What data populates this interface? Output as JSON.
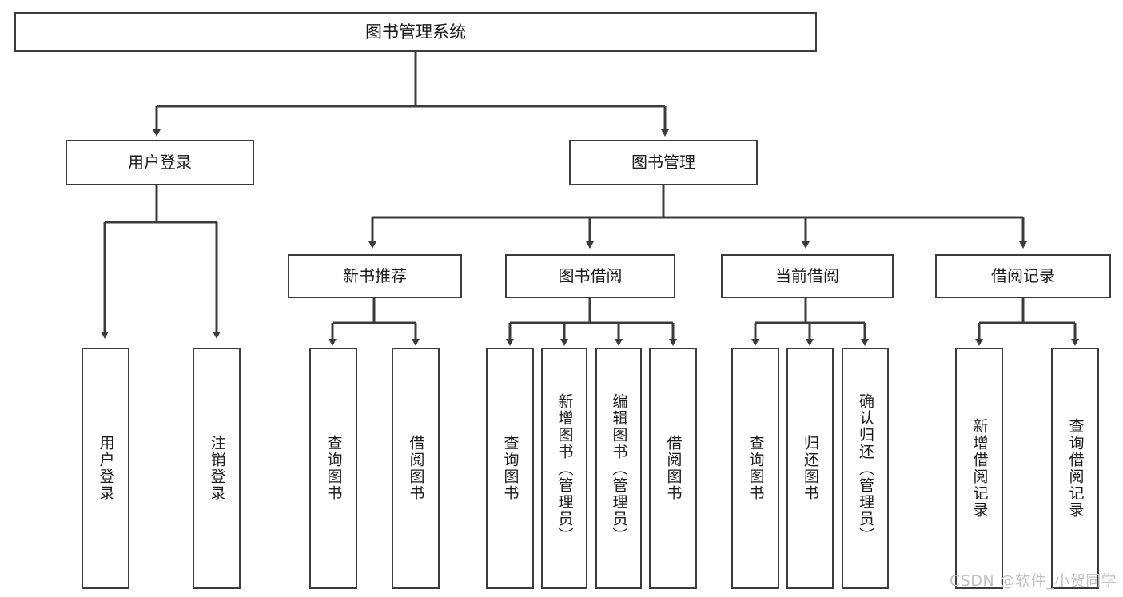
{
  "diagram": {
    "type": "tree-hierarchy-diagram",
    "title": "图书管理系统",
    "stroke_color": "#3b3b3b",
    "background_color": "#ffffff",
    "text_color": "#1a1a1a",
    "nodes": {
      "root": {
        "label": "图书管理系统"
      },
      "level2": [
        {
          "id": "user-login",
          "label": "用户登录"
        },
        {
          "id": "book-management",
          "label": "图书管理"
        }
      ],
      "level3": [
        {
          "id": "new-book-recommend",
          "label": "新书推荐"
        },
        {
          "id": "book-borrow",
          "label": "图书借阅"
        },
        {
          "id": "current-borrow",
          "label": "当前借阅"
        },
        {
          "id": "borrow-record",
          "label": "借阅记录"
        }
      ],
      "leaves": {
        "user-login": [
          {
            "id": "leaf-user-login",
            "label": "用户登录"
          },
          {
            "id": "leaf-logout-login",
            "label": "注销登录"
          }
        ],
        "new-book-recommend": [
          {
            "id": "leaf-query-book-1",
            "label": "查询图书"
          },
          {
            "id": "leaf-borrow-book-1",
            "label": "借阅图书"
          }
        ],
        "book-borrow": [
          {
            "id": "leaf-query-book-2",
            "label": "查询图书"
          },
          {
            "id": "leaf-add-book",
            "label": "新增图书（管理员）"
          },
          {
            "id": "leaf-edit-book",
            "label": "编辑图书（管理员）"
          },
          {
            "id": "leaf-borrow-book-2",
            "label": "借阅图书"
          }
        ],
        "current-borrow": [
          {
            "id": "leaf-query-book-3",
            "label": "查询图书"
          },
          {
            "id": "leaf-return-book",
            "label": "归还图书"
          },
          {
            "id": "leaf-confirm-return",
            "label": "确认归还（管理员）"
          }
        ],
        "borrow-record": [
          {
            "id": "leaf-add-record",
            "label": "新增借阅记录"
          },
          {
            "id": "leaf-query-record",
            "label": "查询借阅记录"
          }
        ]
      }
    }
  },
  "watermark": {
    "text": "CSDN @软件_小贺同学"
  }
}
